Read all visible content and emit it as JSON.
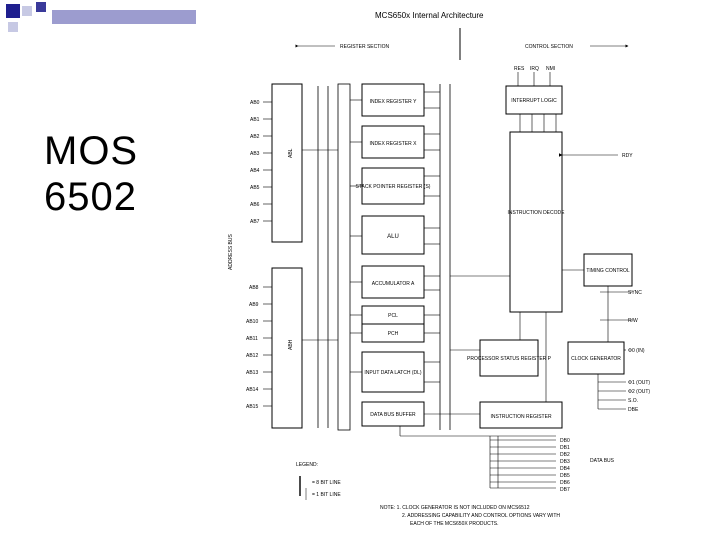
{
  "slide": {
    "title_line1": "MOS",
    "title_line2": "6502",
    "accent_color": "#1f1f8f"
  },
  "diagram": {
    "title": "MCS650x Internal Architecture",
    "register_section": "REGISTER SECTION",
    "control_section": "CONTROL SECTION",
    "interrupt_inputs": [
      "RES",
      "IRQ",
      "NMI"
    ],
    "interrupt_logic": "INTERRUPT LOGIC",
    "index_x": "INDEX REGISTER X",
    "index_y": "INDEX REGISTER Y",
    "stack_pointer": "STACK POINTER REGISTER (S)",
    "alu": "ALU",
    "accumulator": "ACCUMULATOR A",
    "pcl": "PCL",
    "pch": "PCH",
    "input_data_latch": "INPUT DATA LATCH (DL)",
    "data_bus_buffer": "DATA BUS BUFFER",
    "instruction_decode": "INSTRUCTION DECODE",
    "timing_control": "TIMING CONTROL",
    "processor_status": "PROCESSOR STATUS REGISTER P",
    "clock_generator": "CLOCK GENERATOR",
    "instruction_register": "INSTRUCTION REGISTER",
    "abl": "ABL",
    "abh": "ABH",
    "address_bus_label": "ADDRESS BUS",
    "data_bus_label": "DATA BUS",
    "rdy": "RDY",
    "addr_pins_low": [
      "AB0",
      "AB1",
      "AB2",
      "AB3",
      "AB4",
      "AB5",
      "AB6",
      "AB7"
    ],
    "addr_pins_high": [
      "AB8",
      "AB9",
      "AB10",
      "AB11",
      "AB12",
      "AB13",
      "AB14",
      "AB15"
    ],
    "data_pins": [
      "DB0",
      "DB1",
      "DB2",
      "DB3",
      "DB4",
      "DB5",
      "DB6",
      "DB7"
    ],
    "clock_pins": [
      "SYNC",
      "R/W",
      "Φ0 (IN)",
      "Φ1 (OUT)",
      "Φ2 (OUT)",
      "S.O.",
      "DBE"
    ],
    "legend_title": "LEGEND:",
    "legend_line1": "= 8 BIT LINE",
    "legend_line2": "= 1 BIT LINE",
    "note_line1": "NOTE: 1. CLOCK GENERATOR IS NOT INCLUDED ON MCS6512",
    "note_line2": "2. ADDRESSING CAPABILITY AND CONTROL OPTIONS VARY WITH",
    "note_line3": "EACH OF THE MCS650X PRODUCTS."
  }
}
